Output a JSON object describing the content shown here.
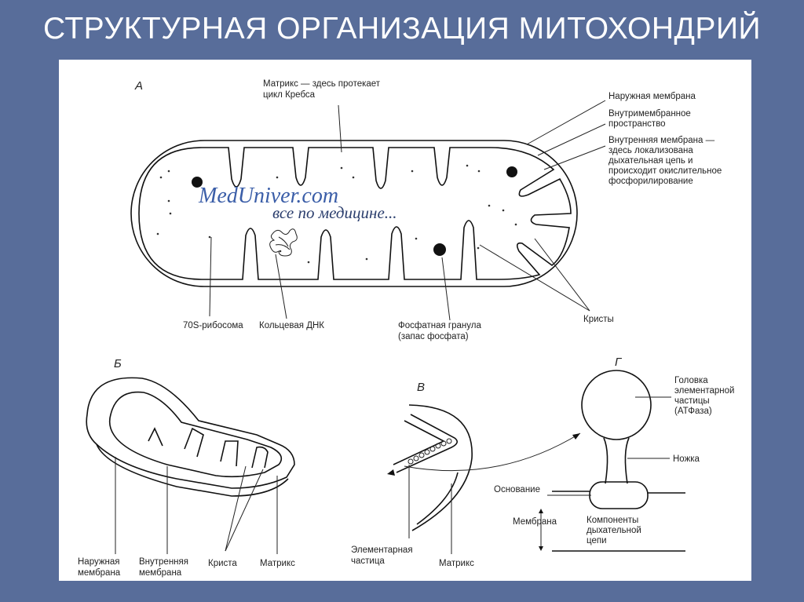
{
  "title": "СТРУКТУРНАЯ ОРГАНИЗАЦИЯ МИТОХОНДРИЙ",
  "watermark": {
    "line1": "MedUniver.com",
    "line2": "все по медицине..."
  },
  "panel_a": {
    "letter": "А",
    "matrix": [
      "Матрикс — здесь протекает",
      "цикл Кребса"
    ],
    "outer_membrane": "Наружная мембрана",
    "intermembrane": [
      "Внутримембранное",
      "пространство"
    ],
    "inner_membrane": [
      "Внутренняя мембрана —",
      "здесь локализована",
      "дыхательная цепь и",
      "происходит окислительное",
      "фосфорилирование"
    ],
    "ribosome": "70S-рибосома",
    "dna": "Кольцевая ДНК",
    "granule": [
      "Фосфатная гранула",
      "(запас фосфата)"
    ],
    "cristae": "Кристы"
  },
  "panel_b": {
    "letter": "Б",
    "outer": [
      "Наружная",
      "мембрана"
    ],
    "inner": [
      "Внутренняя",
      "мембрана"
    ],
    "crista": "Криста",
    "matrix": "Матрикс"
  },
  "panel_v": {
    "letter": "В",
    "particle": [
      "Элементарная",
      "частица"
    ],
    "matrix": "Матрикс"
  },
  "panel_g": {
    "letter": "Г",
    "head": [
      "Головка",
      "элементарной",
      "частицы",
      "(АТФаза)"
    ],
    "stalk": "Ножка",
    "base": "Основание",
    "membrane": "Мембрана",
    "components": [
      "Компоненты",
      "дыхательной",
      "цепи"
    ]
  },
  "colors": {
    "background": "#586d9a",
    "panel": "#ffffff",
    "watermark": "#3b5ea8"
  }
}
